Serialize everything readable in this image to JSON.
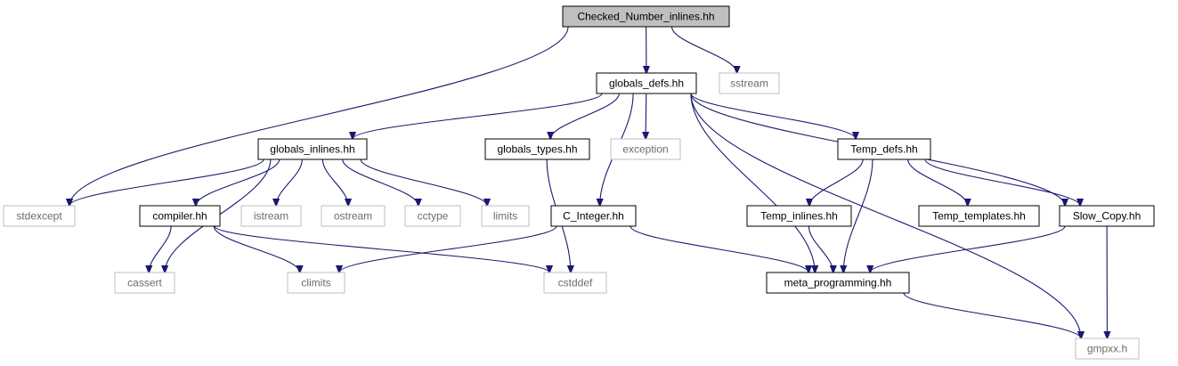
{
  "diagram": {
    "colors": {
      "edge": "#191970",
      "main_fill": "#bfbfbf",
      "internal_border": "#000000",
      "external_border": "#bfbfbf",
      "external_text": "#6b6b6b"
    },
    "nodes": {
      "checked_number_inlines": {
        "label": "Checked_Number_inlines.hh",
        "kind": "main"
      },
      "globals_defs": {
        "label": "globals_defs.hh",
        "kind": "internal"
      },
      "sstream": {
        "label": "sstream",
        "kind": "external"
      },
      "globals_inlines": {
        "label": "globals_inlines.hh",
        "kind": "internal"
      },
      "globals_types": {
        "label": "globals_types.hh",
        "kind": "internal"
      },
      "exception": {
        "label": "exception",
        "kind": "external"
      },
      "temp_defs": {
        "label": "Temp_defs.hh",
        "kind": "internal"
      },
      "stdexcept": {
        "label": "stdexcept",
        "kind": "external"
      },
      "compiler": {
        "label": "compiler.hh",
        "kind": "internal"
      },
      "istream": {
        "label": "istream",
        "kind": "external"
      },
      "ostream": {
        "label": "ostream",
        "kind": "external"
      },
      "cctype": {
        "label": "cctype",
        "kind": "external"
      },
      "limits": {
        "label": "limits",
        "kind": "external"
      },
      "c_integer": {
        "label": "C_Integer.hh",
        "kind": "internal"
      },
      "temp_inlines": {
        "label": "Temp_inlines.hh",
        "kind": "internal"
      },
      "temp_templates": {
        "label": "Temp_templates.hh",
        "kind": "internal"
      },
      "slow_copy": {
        "label": "Slow_Copy.hh",
        "kind": "internal"
      },
      "cassert": {
        "label": "cassert",
        "kind": "external"
      },
      "climits": {
        "label": "climits",
        "kind": "external"
      },
      "cstddef": {
        "label": "cstddef",
        "kind": "external"
      },
      "meta_programming": {
        "label": "meta_programming.hh",
        "kind": "internal"
      },
      "gmpxx": {
        "label": "gmpxx.h",
        "kind": "external"
      }
    },
    "edges": [
      [
        "checked_number_inlines",
        "globals_defs"
      ],
      [
        "checked_number_inlines",
        "sstream"
      ],
      [
        "checked_number_inlines",
        "stdexcept"
      ],
      [
        "globals_defs",
        "globals_inlines"
      ],
      [
        "globals_defs",
        "globals_types"
      ],
      [
        "globals_defs",
        "exception"
      ],
      [
        "globals_defs",
        "temp_defs"
      ],
      [
        "globals_defs",
        "c_integer"
      ],
      [
        "globals_defs",
        "slow_copy"
      ],
      [
        "globals_defs",
        "meta_programming"
      ],
      [
        "globals_defs",
        "gmpxx"
      ],
      [
        "globals_inlines",
        "stdexcept"
      ],
      [
        "globals_inlines",
        "compiler"
      ],
      [
        "globals_inlines",
        "istream"
      ],
      [
        "globals_inlines",
        "ostream"
      ],
      [
        "globals_inlines",
        "cctype"
      ],
      [
        "globals_inlines",
        "limits"
      ],
      [
        "globals_inlines",
        "cassert"
      ],
      [
        "globals_types",
        "cstddef"
      ],
      [
        "temp_defs",
        "temp_inlines"
      ],
      [
        "temp_defs",
        "temp_templates"
      ],
      [
        "temp_defs",
        "slow_copy"
      ],
      [
        "temp_defs",
        "meta_programming"
      ],
      [
        "compiler",
        "cassert"
      ],
      [
        "compiler",
        "climits"
      ],
      [
        "compiler",
        "cstddef"
      ],
      [
        "c_integer",
        "climits"
      ],
      [
        "c_integer",
        "meta_programming"
      ],
      [
        "temp_inlines",
        "meta_programming"
      ],
      [
        "slow_copy",
        "meta_programming"
      ],
      [
        "slow_copy",
        "gmpxx"
      ],
      [
        "meta_programming",
        "gmpxx"
      ]
    ]
  }
}
